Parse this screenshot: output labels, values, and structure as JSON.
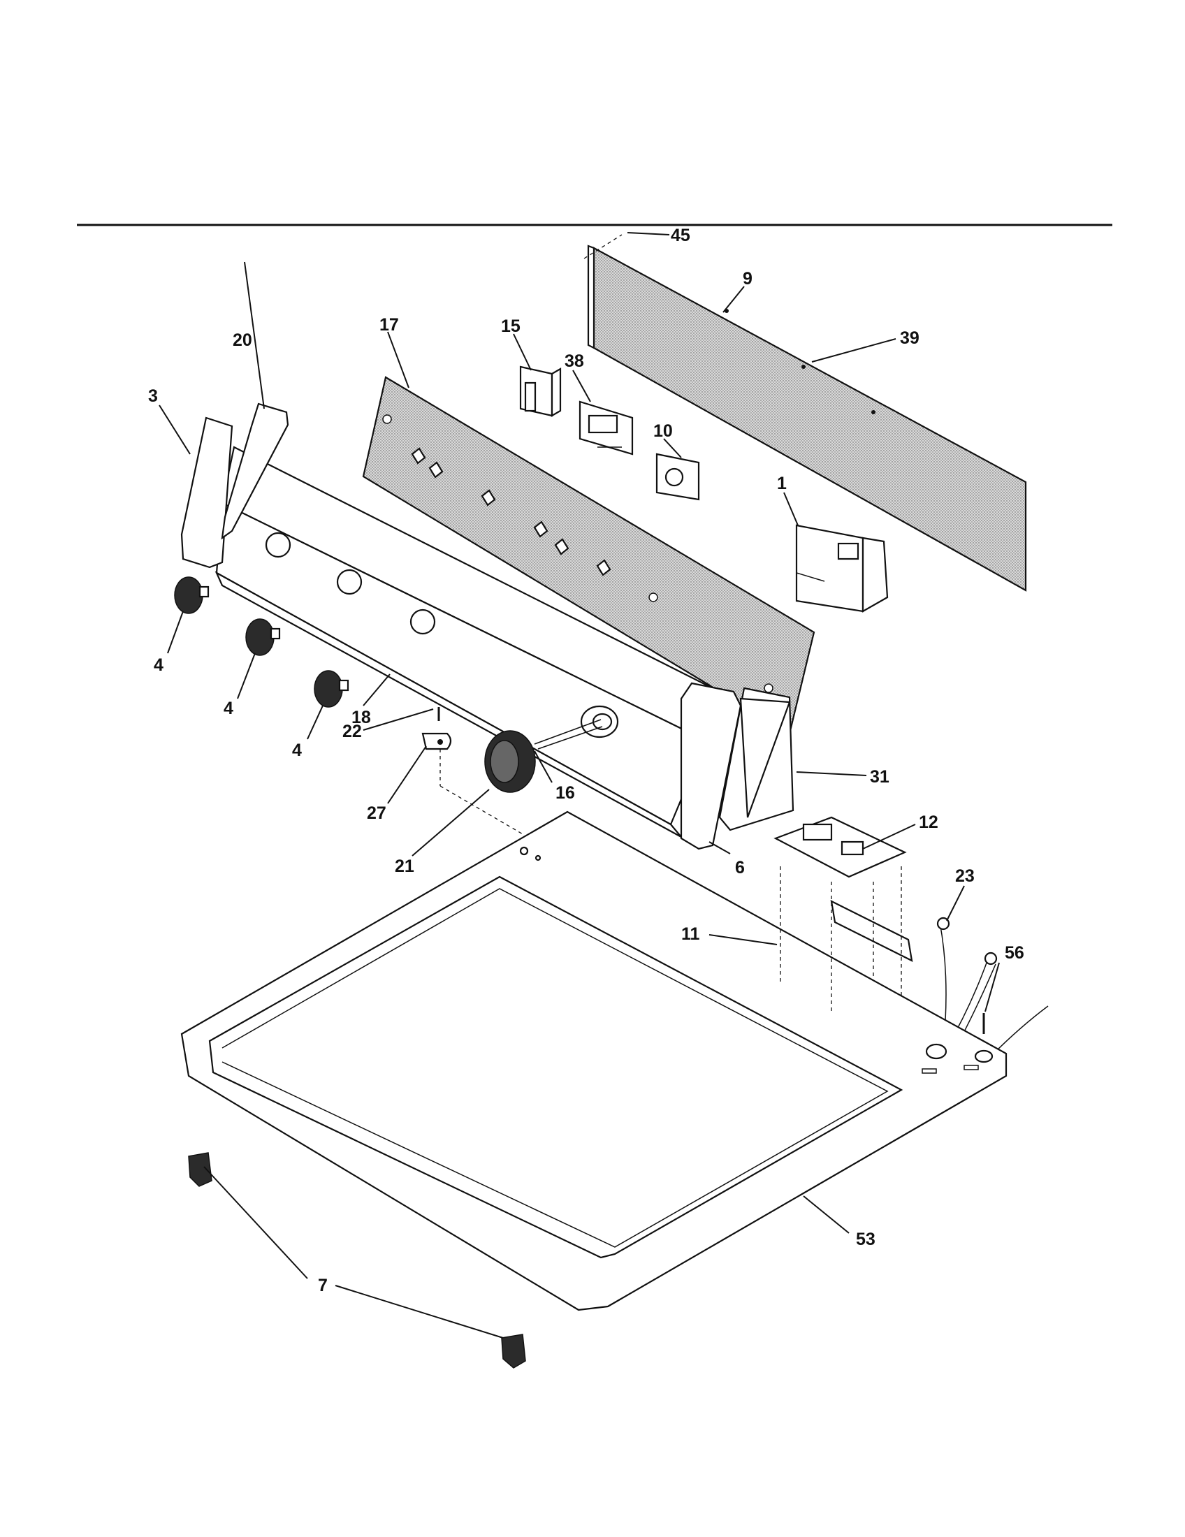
{
  "callouts": [
    {
      "id": "45",
      "label": "45"
    },
    {
      "id": "9",
      "label": "9"
    },
    {
      "id": "39",
      "label": "39"
    },
    {
      "id": "17",
      "label": "17"
    },
    {
      "id": "15",
      "label": "15"
    },
    {
      "id": "38",
      "label": "38"
    },
    {
      "id": "20",
      "label": "20"
    },
    {
      "id": "3",
      "label": "3"
    },
    {
      "id": "10",
      "label": "10"
    },
    {
      "id": "1",
      "label": "1"
    },
    {
      "id": "4a",
      "label": "4"
    },
    {
      "id": "4b",
      "label": "4"
    },
    {
      "id": "4c",
      "label": "4"
    },
    {
      "id": "18",
      "label": "18"
    },
    {
      "id": "22",
      "label": "22"
    },
    {
      "id": "27",
      "label": "27"
    },
    {
      "id": "16",
      "label": "16"
    },
    {
      "id": "21",
      "label": "21"
    },
    {
      "id": "31",
      "label": "31"
    },
    {
      "id": "6",
      "label": "6"
    },
    {
      "id": "12",
      "label": "12"
    },
    {
      "id": "23",
      "label": "23"
    },
    {
      "id": "11",
      "label": "11"
    },
    {
      "id": "56",
      "label": "56"
    },
    {
      "id": "53",
      "label": "53"
    },
    {
      "id": "7",
      "label": "7"
    }
  ]
}
